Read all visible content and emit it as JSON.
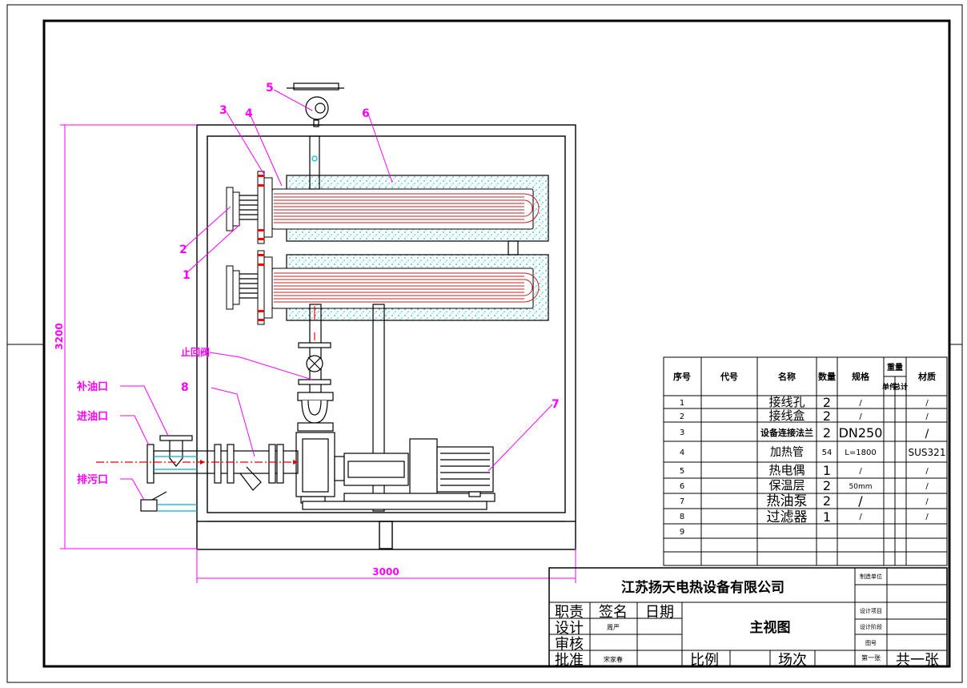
{
  "callouts": {
    "c1": "1",
    "c2": "2",
    "c3": "3",
    "c4": "4",
    "c5": "5",
    "c6": "6",
    "c7": "7",
    "c8": "8",
    "check_valve": "止回阀",
    "feed_port": "补油口",
    "inlet_port": "进油口",
    "drain_port": "排污口"
  },
  "dimensions": {
    "height": "3200",
    "width": "3000"
  },
  "bom": {
    "headers": {
      "seq": "序号",
      "code": "代号",
      "name": "名称",
      "qty": "数量",
      "spec": "规格",
      "weight": "重量",
      "unit": "单件",
      "total": "总计",
      "material": "材质"
    },
    "rows": [
      {
        "seq": "1",
        "name": "接线孔",
        "qty": "2",
        "spec": "/",
        "material": "/"
      },
      {
        "seq": "2",
        "name": "接线盒",
        "qty": "2",
        "spec": "/",
        "material": "/"
      },
      {
        "seq": "3",
        "name": "设备连接法兰",
        "qty": "2",
        "spec": "DN250",
        "material": "/"
      },
      {
        "seq": "4",
        "name": "加热管",
        "qty": "54",
        "spec": "L=1800",
        "material": "SUS321"
      },
      {
        "seq": "5",
        "name": "热电偶",
        "qty": "1",
        "spec": "/",
        "material": "/"
      },
      {
        "seq": "6",
        "name": "保温层",
        "qty": "2",
        "spec": "50mm",
        "material": "/"
      },
      {
        "seq": "7",
        "name": "热油泵",
        "qty": "2",
        "spec": "/",
        "material": "/"
      },
      {
        "seq": "8",
        "name": "过滤器",
        "qty": "1",
        "spec": "/",
        "material": "/"
      },
      {
        "seq": "9",
        "name": "",
        "qty": "",
        "spec": "",
        "material": ""
      }
    ]
  },
  "title_block": {
    "company": "江苏扬天电热设备有限公司",
    "drawing_title": "主视图",
    "unit_label": "制造单位",
    "project_label": "设计项目",
    "stage_label": "设计阶段",
    "drawing_no_label": "图号",
    "duty": "职责",
    "sign": "签名",
    "date": "日期",
    "design": "设计",
    "review": "审核",
    "approve": "批准",
    "designer": "周严",
    "approver": "宋家春",
    "scale": "比例",
    "field": "场次",
    "sheet_no": "第一张",
    "total_sheets": "共一张"
  },
  "colors": {
    "callout": "#ff00ff",
    "insulation": "#7fe0e0",
    "heating_tubes": "#c02020",
    "pipe": "#00b0d0",
    "flow": "#e00000"
  }
}
